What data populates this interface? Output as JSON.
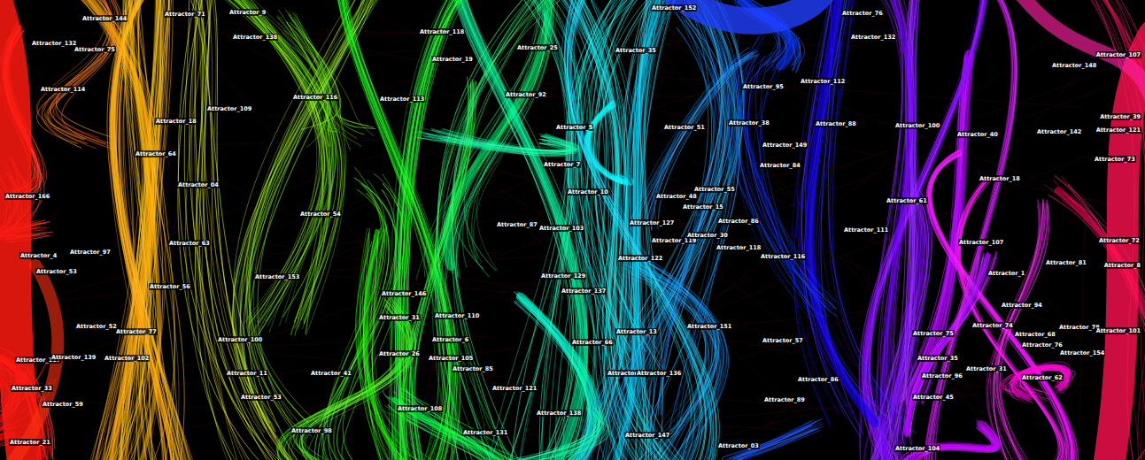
{
  "diagram": {
    "labels": [
      "Attractor_144",
      "Attractor_71",
      "Attractor_9",
      "Attractor_138",
      "Attractor_132",
      "Attractor_75",
      "Attractor_114",
      "Attractor_118",
      "Attractor_19",
      "Attractor_25",
      "Attractor_35",
      "Attractor_152",
      "Attractor_76",
      "Attractor_132",
      "Attractor_107",
      "Attractor_148",
      "Attractor_116",
      "Attractor_109",
      "Attractor_113",
      "Attractor_18",
      "Attractor_92",
      "Attractor_51",
      "Attractor_38",
      "Attractor_95",
      "Attractor_112",
      "Attractor_88",
      "Attractor_100",
      "Attractor_40",
      "Attractor_142",
      "Attractor_39",
      "Attractor_121",
      "Attractor_64",
      "Attractor_5",
      "Attractor_7",
      "Attractor_149",
      "Attractor_84",
      "Attractor_73",
      "Attractor_18",
      "Attractor_04",
      "Attractor_166",
      "Attractor_61",
      "Attractor_10",
      "Attractor_48",
      "Attractor_55",
      "Attractor_15",
      "Attractor_54",
      "Attractor_87",
      "Attractor_103",
      "Attractor_127",
      "Attractor_86",
      "Attractor_111",
      "Attractor_72",
      "Attractor_107",
      "Attractor_63",
      "Attractor_4",
      "Attractor_97",
      "Attractor_53",
      "Attractor_119",
      "Attractor_30",
      "Attractor_118",
      "Attractor_116",
      "Attractor_122",
      "Attractor_81",
      "Attractor_8",
      "Attractor_1",
      "Attractor_153",
      "Attractor_56",
      "Attractor_129",
      "Attractor_137",
      "Attractor_146",
      "Attractor_94",
      "Attractor_78",
      "Attractor_75",
      "Attractor_74",
      "Attractor_68",
      "Attractor_52",
      "Attractor_31",
      "Attractor_110",
      "Attractor_13",
      "Attractor_151",
      "Attractor_77",
      "Attractor_100",
      "Attractor_57",
      "Attractor_76",
      "Attractor_66",
      "Attractor_6",
      "Attractor_105",
      "Attractor_101",
      "Attractor_117",
      "Attractor_139",
      "Attractor_102",
      "Attractor_26",
      "Attractor_35",
      "Attractor_154",
      "Attractor_85",
      "Attractor_41",
      "Attractor_11",
      "Attractor_31",
      "Attractor_96",
      "Attractor_14",
      "Attractor_136",
      "Attractor_86",
      "Attractor_62",
      "Attractor_33",
      "Attractor_53",
      "Attractor_121",
      "Attractor_89",
      "Attractor_45",
      "Attractor_59",
      "Attractor_108",
      "Attractor_138",
      "Attractor_131",
      "Attractor_147",
      "Attractor_03",
      "Attractor_104",
      "Attractor_21",
      "Attractor_98"
    ]
  }
}
